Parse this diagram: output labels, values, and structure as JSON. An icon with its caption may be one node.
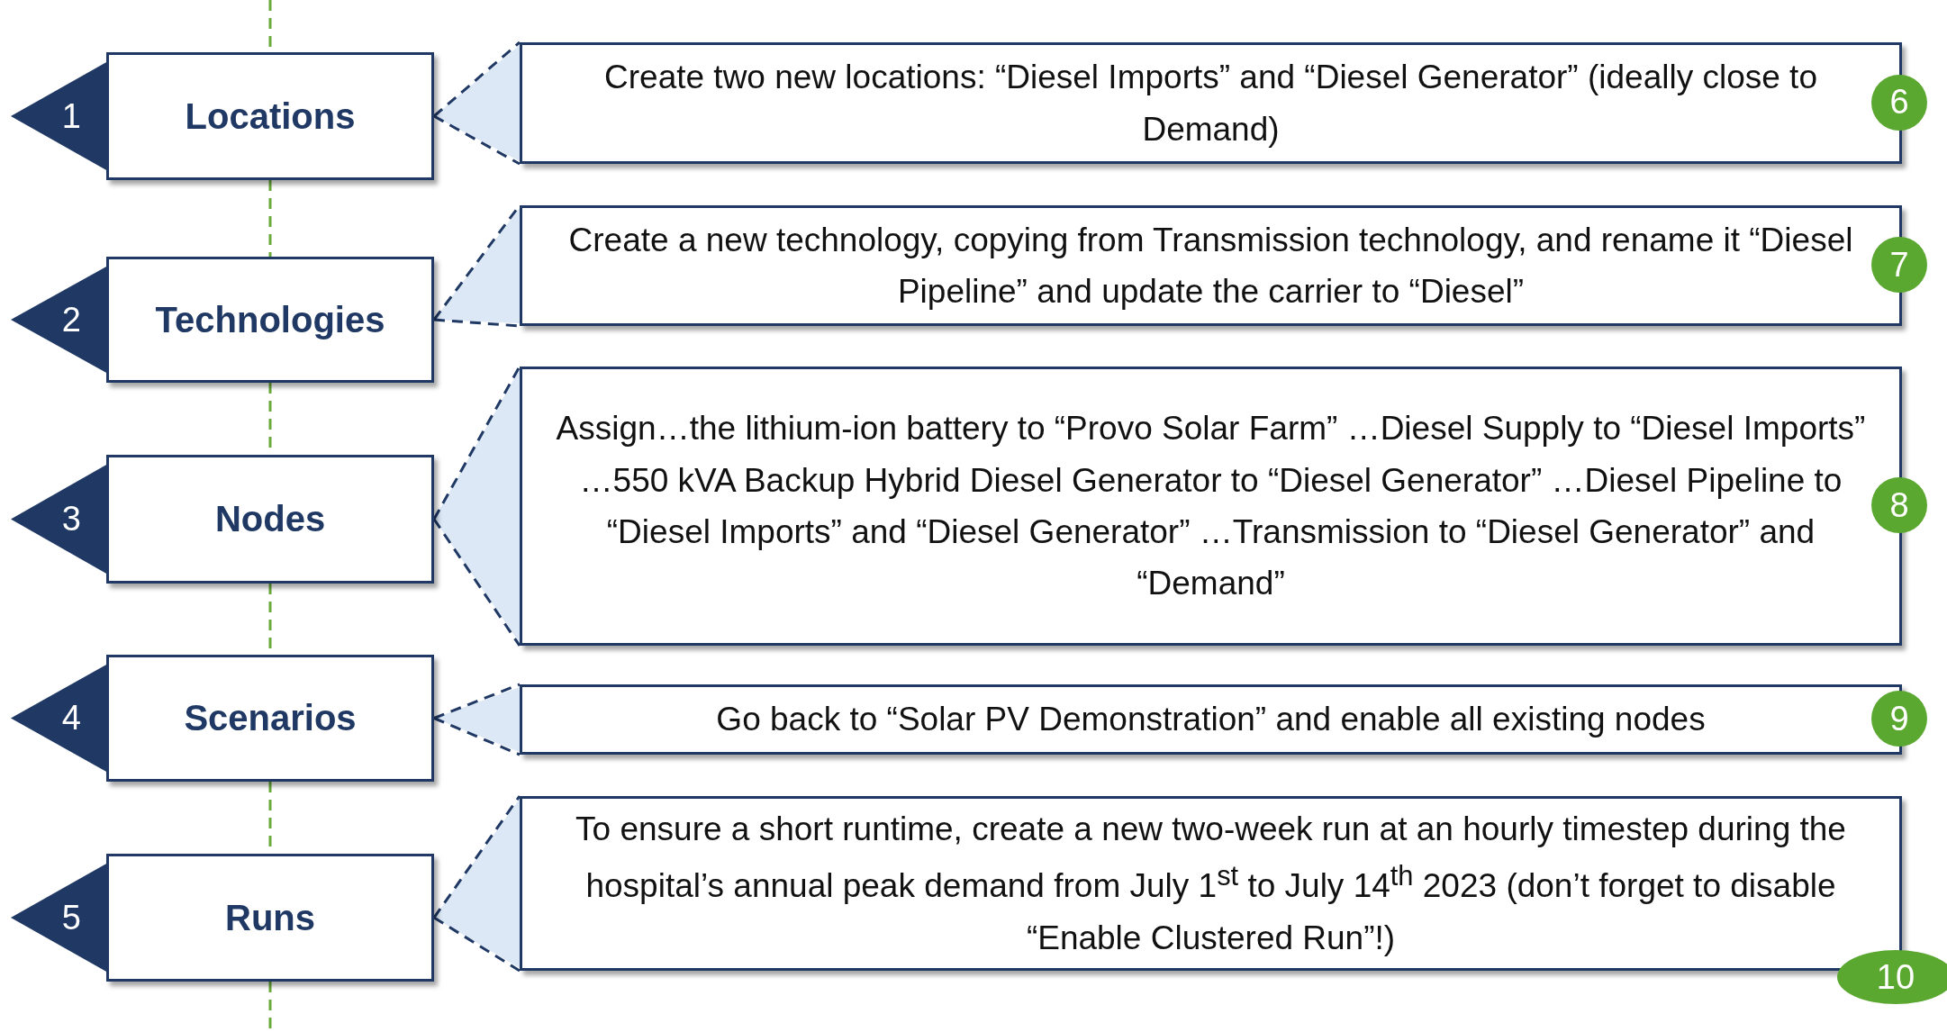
{
  "diagram": {
    "nodes": [
      {
        "text": [
          "1"
        ]
      },
      {
        "text": [
          "Locations"
        ]
      },
      {
        "text": [
          "Create two new locations: “Diesel Imports” and “Diesel Generator” (ideally close to Demand)"
        ]
      },
      {
        "text": [
          "6"
        ]
      },
      {
        "text": [
          "2"
        ]
      },
      {
        "text": [
          "Technologies"
        ]
      },
      {
        "text": [
          "Create a new technology, copying from Transmission technology, and rename it “Diesel Pipeline” and update the carrier to “Diesel”"
        ]
      },
      {
        "text": [
          "7"
        ]
      },
      {
        "text": [
          "3"
        ]
      },
      {
        "text": [
          "Nodes"
        ]
      },
      {
        "text": [
          "Assign…the lithium-ion battery to “Provo Solar Farm” …Diesel Supply to “Diesel Imports” …550 kVA Backup Hybrid Diesel Generator to “Diesel Generator” …Diesel Pipeline to “Diesel Imports” and “Diesel Generator” …Transmission to “Diesel Generator” and “Demand”"
        ]
      },
      {
        "text": [
          "8"
        ]
      },
      {
        "text": [
          "4"
        ]
      },
      {
        "text": [
          "Scenarios"
        ]
      },
      {
        "text": [
          "Go back to “Solar PV Demonstration” and enable all existing nodes"
        ]
      },
      {
        "text": [
          "9"
        ]
      },
      {
        "text": [
          "5"
        ]
      },
      {
        "text": [
          "Runs"
        ]
      },
      {
        "text": [
          "To ensure a short runtime, create a new two-week run at an hourly timestep during the hospital’s annual peak demand from July 1$^{st}$ to July 14$^{th}$ 2023 (don’t forget to disable “Enable Clustered Run”!)"
        ]
      },
      {
        "text": [
          "10"
        ]
      }
    ],
    "edges": [
      {
        "from": null,
        "to": 1,
        "arrow": "none",
        "style": "dashed",
        "color": "#6aaa3a"
      },
      {
        "from": 1,
        "to": 5,
        "arrow": "none",
        "style": "dashed",
        "color": "#6aaa3a"
      },
      {
        "from": 5,
        "to": 9,
        "arrow": "none",
        "style": "dashed",
        "color": "#6aaa3a"
      },
      {
        "from": 9,
        "to": 13,
        "arrow": "none",
        "style": "dashed",
        "color": "#6aaa3a"
      },
      {
        "from": 13,
        "to": 17,
        "arrow": "none",
        "style": "dashed",
        "color": "#6aaa3a"
      },
      {
        "from": 17,
        "to": null,
        "arrow": "none",
        "style": "dashed",
        "color": "#6aaa3a"
      },
      {
        "from": 1,
        "to": 2,
        "arrow": "none",
        "style": "dashed",
        "color": "#1f3864"
      },
      {
        "from": 5,
        "to": 6,
        "arrow": "none",
        "style": "dashed",
        "color": "#1f3864"
      },
      {
        "from": 9,
        "to": 10,
        "arrow": "none",
        "style": "dashed",
        "color": "#1f3864"
      },
      {
        "from": 13,
        "to": 14,
        "arrow": "none",
        "style": "dashed",
        "color": "#1f3864"
      },
      {
        "from": 17,
        "to": 18,
        "arrow": "none",
        "style": "dashed",
        "color": "#1f3864"
      }
    ]
  }
}
